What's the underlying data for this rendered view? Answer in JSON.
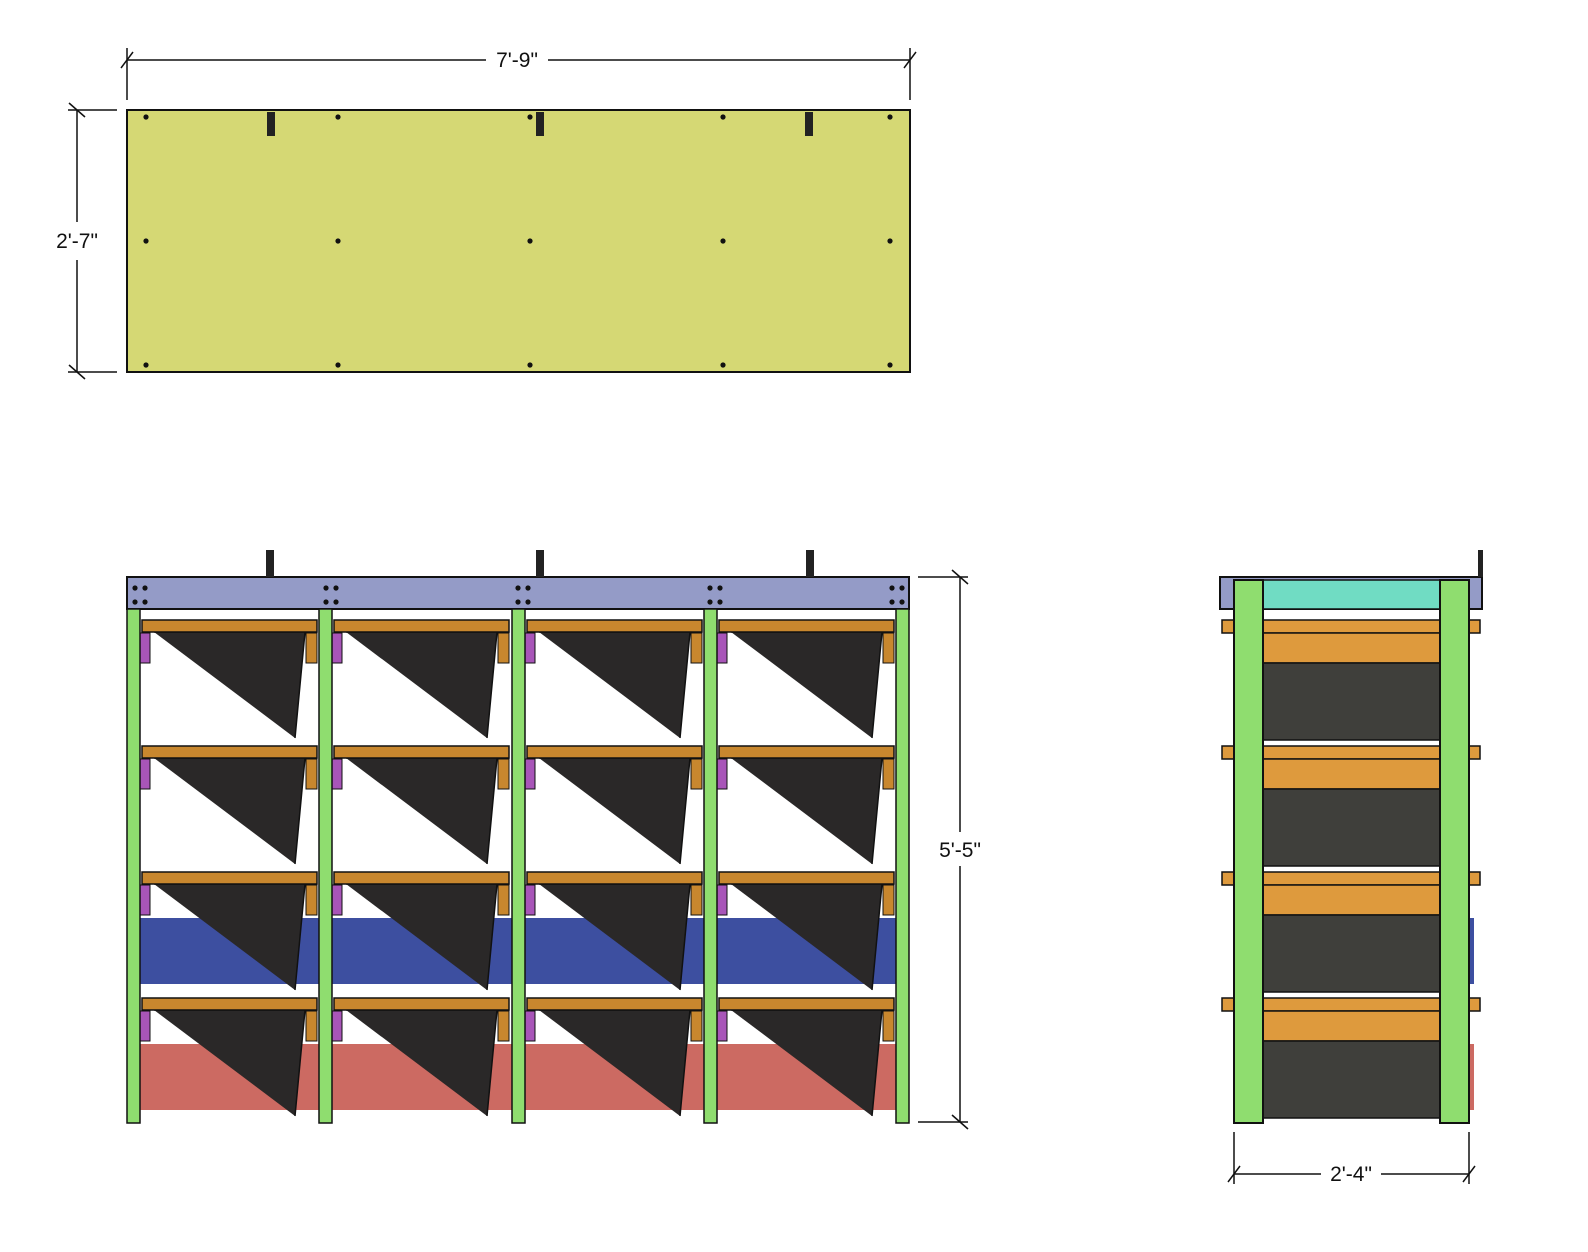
{
  "dimensions": {
    "top_width": "7'-9\"",
    "top_depth": "2'-7\"",
    "front_height": "5'-5\"",
    "side_depth": "2'-4\""
  },
  "colors": {
    "top_panel": "#d5d874",
    "back_rail": "#949bc7",
    "leg": "#8fdd6f",
    "bin_lip": "#c8872e",
    "runner": "#a855b8",
    "bin": "#2a2828",
    "side_bin": "#3f3f3b",
    "side_lip": "#de9a3d",
    "side_top_rail": "#70dcc3",
    "row3_panel": "#3d4fa0",
    "row4_panel": "#cc6a62",
    "line": "#111111"
  },
  "front_layout": {
    "rows": 4,
    "columns": 4
  }
}
